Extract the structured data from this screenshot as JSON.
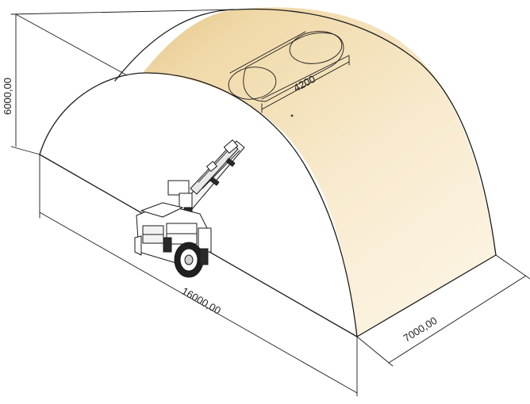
{
  "drawing": {
    "dimensions": {
      "height": "6000,00",
      "length": "16000,00",
      "width": "7000,00",
      "opening_length": "4200"
    },
    "colors": {
      "roof_light": "#fbf1dd",
      "roof_mid": "#f5e2bb",
      "roof_dark": "#e4c286",
      "line": "#1a1a1a",
      "background": "#ffffff"
    }
  }
}
